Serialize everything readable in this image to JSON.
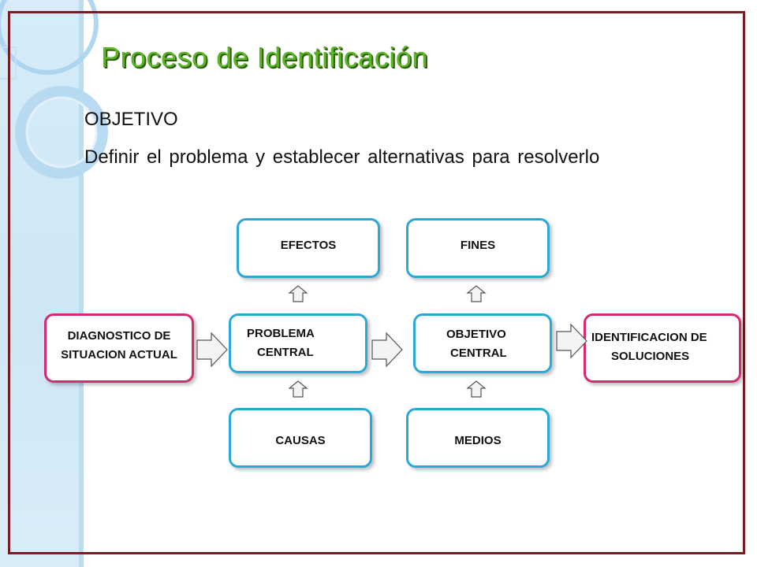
{
  "slide": {
    "title": "Proceso de Identificación",
    "subtitle": "OBJETIVO",
    "body": "Definir el problema y establecer alternativas para resolverlo"
  },
  "diagram": {
    "efectos": "EFECTOS",
    "fines": "FINES",
    "diagnostico_line1": "DIAGNOSTICO DE",
    "diagnostico_line2": "SITUACION ACTUAL",
    "problema_line1": "PROBLEMA",
    "problema_line2": "CENTRAL",
    "objetivo_line1": "OBJETIVO",
    "objetivo_line2": "CENTRAL",
    "identificacion_line1": "IDENTIFICACION DE",
    "identificacion_line2": "SOLUCIONES",
    "causas": "CAUSAS",
    "medios": "MEDIOS"
  },
  "colors": {
    "title_green": "#5cb526",
    "box_blue": "#2aa8d8",
    "box_pink": "#d42a72",
    "frame_maroon": "#7a1a22",
    "band_blue": "#d7ecf8"
  }
}
